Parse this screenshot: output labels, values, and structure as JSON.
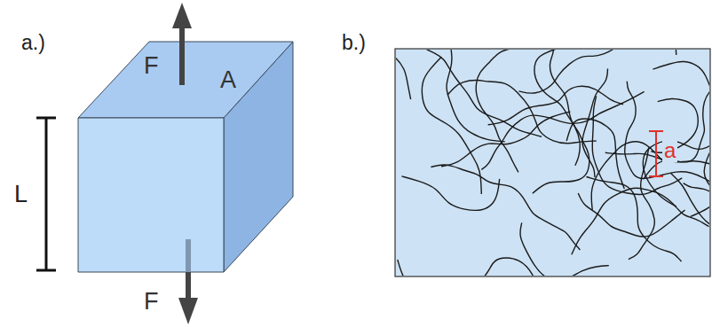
{
  "diagram": {
    "labels": [
      "a.)",
      "F",
      "A",
      "L",
      "F",
      "b.)",
      "a"
    ]
  }
}
